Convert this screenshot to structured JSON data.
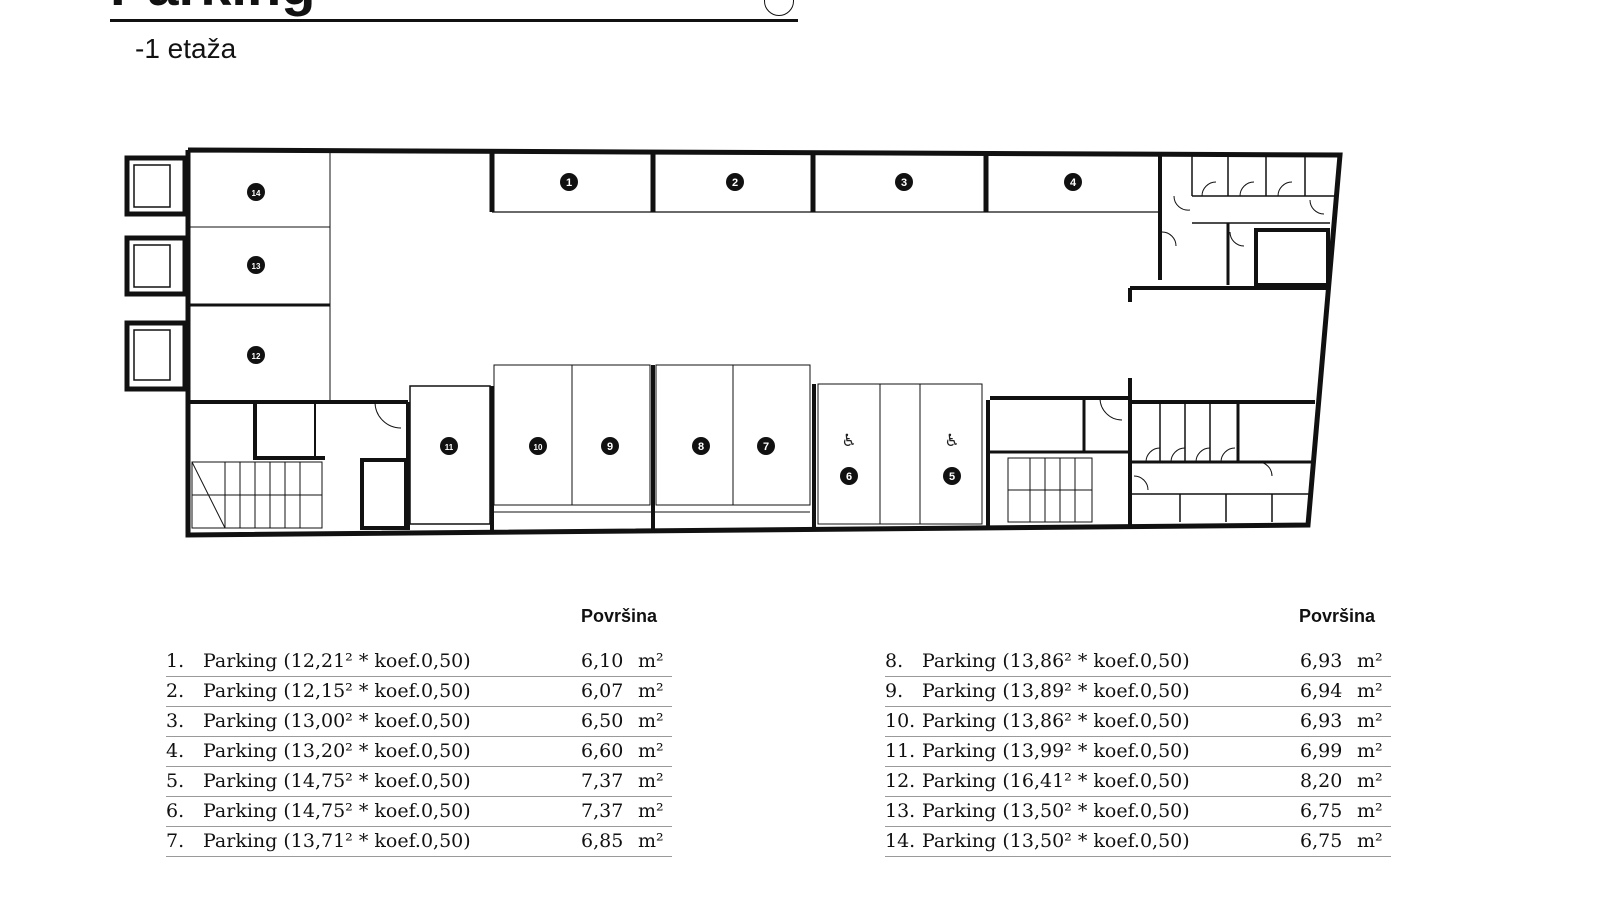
{
  "title": "Parking",
  "level": "-1 etaža",
  "area_header": "Površina",
  "unit": "m²",
  "plan": {
    "spot_labels": [
      "1",
      "2",
      "3",
      "4",
      "5",
      "6",
      "7",
      "8",
      "9",
      "10",
      "11",
      "12",
      "13",
      "14"
    ],
    "accessible_icon": "wheelchair-icon"
  },
  "table_left": [
    {
      "num": "1.",
      "label": "Parking (12,21² * koef.0,50)",
      "value": "6,10"
    },
    {
      "num": "2.",
      "label": "Parking (12,15² * koef.0,50)",
      "value": "6,07"
    },
    {
      "num": "3.",
      "label": "Parking (13,00² * koef.0,50)",
      "value": "6,50"
    },
    {
      "num": "4.",
      "label": "Parking (13,20² * koef.0,50)",
      "value": "6,60"
    },
    {
      "num": "5.",
      "label": "Parking (14,75² * koef.0,50)",
      "value": "7,37"
    },
    {
      "num": "6.",
      "label": "Parking (14,75² * koef.0,50)",
      "value": "7,37"
    },
    {
      "num": "7.",
      "label": "Parking (13,71² * koef.0,50)",
      "value": "6,85"
    }
  ],
  "table_right": [
    {
      "num": "8.",
      "label": "Parking (13,86² * koef.0,50)",
      "value": "6,93"
    },
    {
      "num": "9.",
      "label": "Parking (13,89² * koef.0,50)",
      "value": "6,94"
    },
    {
      "num": "10.",
      "label": "Parking (13,86² * koef.0,50)",
      "value": "6,93"
    },
    {
      "num": "11.",
      "label": "Parking (13,99² * koef.0,50)",
      "value": "6,99"
    },
    {
      "num": "12.",
      "label": "Parking (16,41² * koef.0,50)",
      "value": "8,20"
    },
    {
      "num": "13.",
      "label": "Parking (13,50² * koef.0,50)",
      "value": "6,75"
    },
    {
      "num": "14.",
      "label": "Parking (13,50² * koef.0,50)",
      "value": "6,75"
    }
  ]
}
